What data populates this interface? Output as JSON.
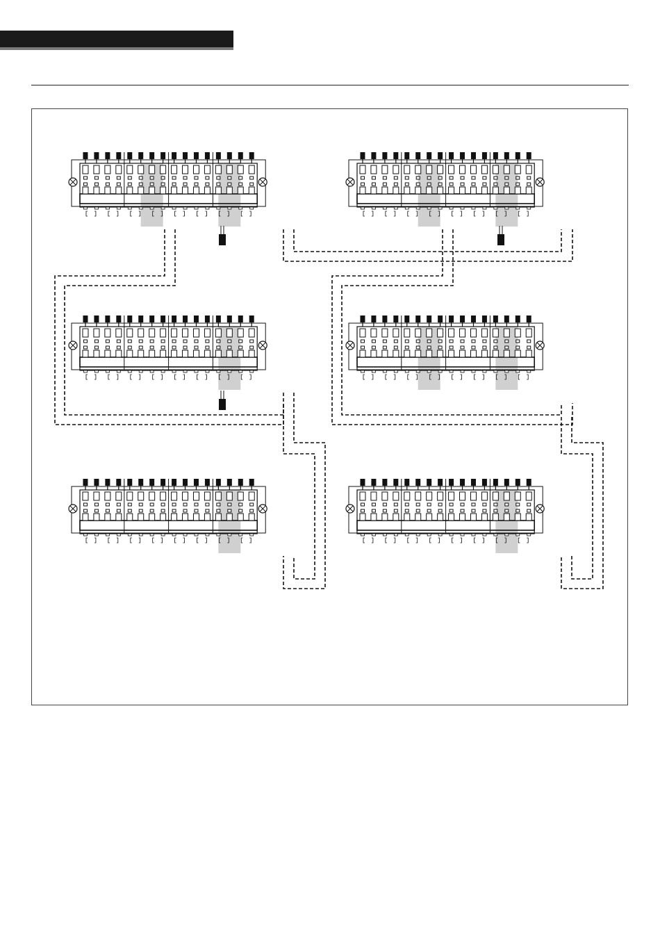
{
  "page": {
    "header_bar_color": "#1a1a1a",
    "rule_color": "#222222",
    "frame_color": "#444444"
  },
  "diagram": {
    "description_type": "wiring-diagram",
    "colors": {
      "line": "#111111",
      "highlight": "#d0d0d0",
      "body": "#ffffff",
      "connector": "#111111"
    },
    "units": [
      {
        "id": "unit-top-left",
        "highlight_cols": [
          7,
          14
        ]
      },
      {
        "id": "unit-top-right",
        "highlight_cols": [
          7,
          14
        ]
      },
      {
        "id": "unit-mid-left",
        "highlight_cols": [
          14
        ]
      },
      {
        "id": "unit-mid-right",
        "highlight_cols": [
          7,
          14
        ]
      },
      {
        "id": "unit-bottom-left",
        "highlight_cols": [
          14
        ]
      },
      {
        "id": "unit-bottom-right",
        "highlight_cols": [
          14
        ]
      }
    ],
    "terminators": [
      {
        "id": "terminator-top-left"
      },
      {
        "id": "terminator-top-right"
      },
      {
        "id": "terminator-mid-left"
      }
    ],
    "cables": [
      {
        "id": "cable-top-left-to-mid-left"
      },
      {
        "id": "cable-top-left-to-top-right"
      },
      {
        "id": "cable-top-right-to-mid-right"
      },
      {
        "id": "cable-mid-left-to-bottom-left"
      },
      {
        "id": "cable-mid-right-to-bottom-right"
      }
    ]
  }
}
